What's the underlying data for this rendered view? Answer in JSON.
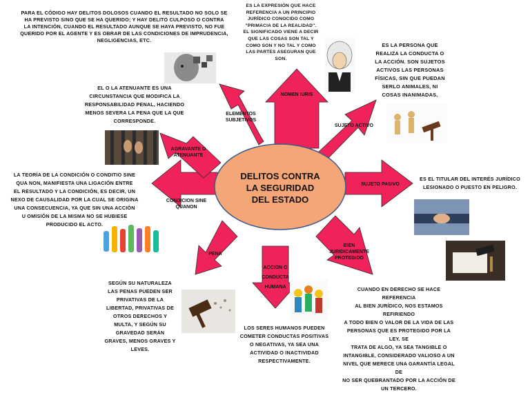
{
  "center": {
    "title_lines": [
      "DELITOS CONTRA",
      "LA SEGURIDAD",
      "DEL ESTADO"
    ]
  },
  "colors": {
    "arrow": "#f0225a",
    "arrow_stroke": "#2a2a2a",
    "oval_fill": "#f5a676",
    "oval_stroke": "#3a5a8a"
  },
  "arrows": {
    "nomen_iuris": "NOMEN IURIS",
    "sujeto_activo": "SUJETO ACTIVO",
    "sujeto_pasivo": "SUJETO PASIVO",
    "bien_juridico": [
      "BIEN",
      "JURIDICAMENTE",
      "PROTEGIDO"
    ],
    "accion": [
      "ACCION O",
      "CONDUCTA",
      "HUMANA"
    ],
    "pena": "PENA",
    "condicion": [
      "CONDICION SINE",
      "QUANON"
    ],
    "agravante": [
      "AGRAVANTE O",
      "ATENUANTE"
    ],
    "elementos": [
      "ELEMENTOS",
      "SUBJETIVOS"
    ]
  },
  "texts": {
    "elementos_desc": [
      "PARA EL CÓDIGO HAY DELITOS DOLOSOS CUANDO EL RESULTADO NO SOLO SE",
      "HA PREVISTO SINO QUE SE HA QUERIDO; Y HAY DELITO CULPOSO O CONTRA",
      "LA INTENCIÓN, CUANDO EL RESULTADO AUNQUE SE HAYA PREVISTO, NO FUE",
      "QUERIDO POR EL AGENTE Y ES OBRAR DE LAS CONDICIONES DE IMPRUDENCIA,",
      "NEGLIGENCIAS, ETC."
    ],
    "nomen_desc": [
      "ES LA EXPRESIÓN QUE HACE",
      "REFERENCIA A UN PRINCIPIO",
      "JURÍDICO CONOCIDO COMO",
      "\"PRIMACIA DE LA REALIDAD\".",
      "EL SIGNIFICADO VIENE A DECIR",
      "QUE LAS COSAS SON TAL Y",
      "COMO SON Y NO TAL Y COMO",
      "LAS PARTES ASEGURAN QUE",
      "SON."
    ],
    "activo_desc": [
      "ES LA PERSONA QUE",
      "REALIZA LA CONDUCTA O",
      "LA ACCIÓN. SON SUJETOS",
      "ACTIVOS LAS PERSONAS",
      "FÍSICAS, SIN QUE PUEDAN",
      "SERLO ANIMALES, NI",
      "COSAS INANIMADAS."
    ],
    "agravante_desc": [
      "EL O LA ATENUANTE ES UNA",
      "CIRCUNSTANCIA QUE MODIFICA LA",
      "RESPONSABILIDAD PENAL, HACIENDO",
      "MENOS SEVERA LA PENA QUE LA QUE",
      "CORRESPONDE."
    ],
    "pasivo_desc": [
      "ES EL TITULAR DEL INTERÉS JURÍDICO",
      "LESIONADO O PUESTO EN PELIGRO."
    ],
    "condicion_desc": [
      "LA TEORÍA DE LA CONDICIÓN O CONDITIO SINE",
      "QUA NON, MANIFIESTA UNA LIGACIÓN ENTRE",
      "EL RESULTADO Y LA CONDICIÓN, ES DECIR, UN",
      "NEXO DE CAUSALIDAD POR LA CUAL SE ORIGINA",
      "UNA CONSECUENCIA, YA QUE SIN UNA ACCIÓN",
      "U OMISIÓN DE LA MISMA NO SE HUBIESE",
      "PRODUCIDO EL ACTO."
    ],
    "pena_desc": [
      "SEGÚN SU NATURALEZA",
      "LAS PENAS PUEDEN SER",
      "PRIVATIVAS DE LA",
      "LIBERTAD, PRIVATIVAS DE",
      "OTROS DERECHOS Y",
      "MULTA, Y SEGÚN SU",
      "GRAVEDAD SERÁN",
      "GRAVES, MENOS GRAVES Y",
      "LEVES."
    ],
    "accion_desc": [
      "LOS SERES HUMANOS PUEDEN",
      "COMETER CONDUCTAS POSITIVAS",
      "O NEGATIVAS, YA SEA UNA",
      "ACTIVIDAD O INACTIVIDAD",
      "RESPECTIVAMENTE."
    ],
    "bien_desc": [
      "CUANDO EN DERECHO SE HACE REFERENCIA",
      "AL BIEN JURÍDICO, NOS ESTAMOS REFIRIENDO",
      "A TODO BIEN O VALOR DE LA VIDA DE LAS",
      "PERSONAS QUE ES PROTEGIDO POR LA LEY. SE",
      "TRATA DE ALGO, YA SEA TANGIBLE O",
      "INTANGIBLE, CONSIDERADO VALIOSO A UN",
      "NIVEL QUE MERECE UNA GARANTÍA LEGAL DE",
      "NO SER QUEBRANTADO POR LA ACCIÓN DE",
      "UN TERCERO."
    ]
  },
  "images": {
    "head_puzzle": "head-puzzle-icon",
    "judge": "judge-icon",
    "gavel_figures": "gavel-figures-icon",
    "prison_hands": "prison-hands-icon",
    "handshake": "handshake-icon",
    "hands_raised": "raised-hands-icon",
    "document_signing": "document-signing-icon",
    "gavel_dust": "gavel-dust-icon",
    "people_group": "people-group-icon"
  }
}
